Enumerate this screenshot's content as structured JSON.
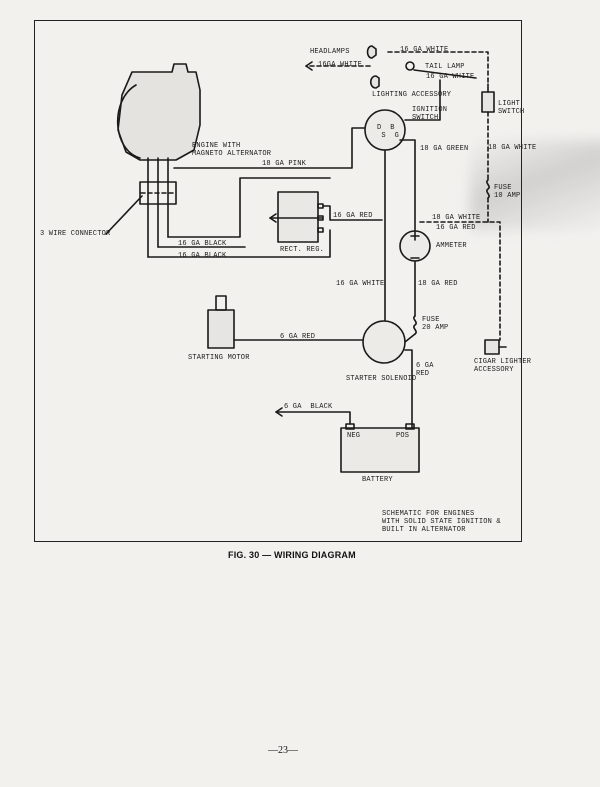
{
  "diagram": {
    "caption": "FIG. 30 — WIRING DIAGRAM",
    "page_number": "—23—",
    "labels": {
      "headlamps": "HEADLAMPS",
      "wire_16_white_top": "16 GA WHITE",
      "wire_16_white_left": "16GA WHITE",
      "tail_lamp": "TAIL LAMP",
      "wire_16_white_tail": "16 GA WHITE",
      "lighting_accessory": "LIGHTING ACCESSORY",
      "light_switch": "LIGHT\nSWITCH",
      "ignition_switch": "IGNITION\nSWITCH",
      "switch_terminals": "D  B\n S  G",
      "engine": "ENGINE WITH\nMAGNETO ALTERNATOR",
      "wire_18_pink": "18 GA PINK",
      "wire_18_green": "18 GA GREEN",
      "wire_18_white_right": "18 GA WHITE",
      "fuse_10": "FUSE\n10 AMP",
      "connector": "3 WIRE CONNECTOR",
      "wire_16_red_reg": "16 GA RED",
      "rect_reg": "RECT. REG.",
      "wire_16_black_1": "16 GA BLACK",
      "wire_16_black_2": "16 GA BLACK",
      "wire_18_white_amm": "18 GA WHITE",
      "wire_16_red_amm": "16 GA RED",
      "ammeter": "AMMETER",
      "wire_16_white_mid": "16 GA WHITE",
      "wire_18_red": "18 GA RED",
      "fuse_20": "FUSE\n20 AMP",
      "wire_6_red_motor": "6 GA RED",
      "starting_motor": "STARTING MOTOR",
      "starter_solenoid": "STARTER SOLENOID",
      "wire_6_red_batt": "6 GA\nRED",
      "cigar_lighter": "CIGAR LIGHTER\nACCESSORY",
      "wire_6_black": "6 GA  BLACK",
      "neg": "NEG",
      "pos": "POS",
      "battery": "BATTERY",
      "schematic_note": "SCHEMATIC FOR ENGINES\nWITH SOLID STATE IGNITION &\nBUILT IN ALTERNATOR"
    }
  }
}
